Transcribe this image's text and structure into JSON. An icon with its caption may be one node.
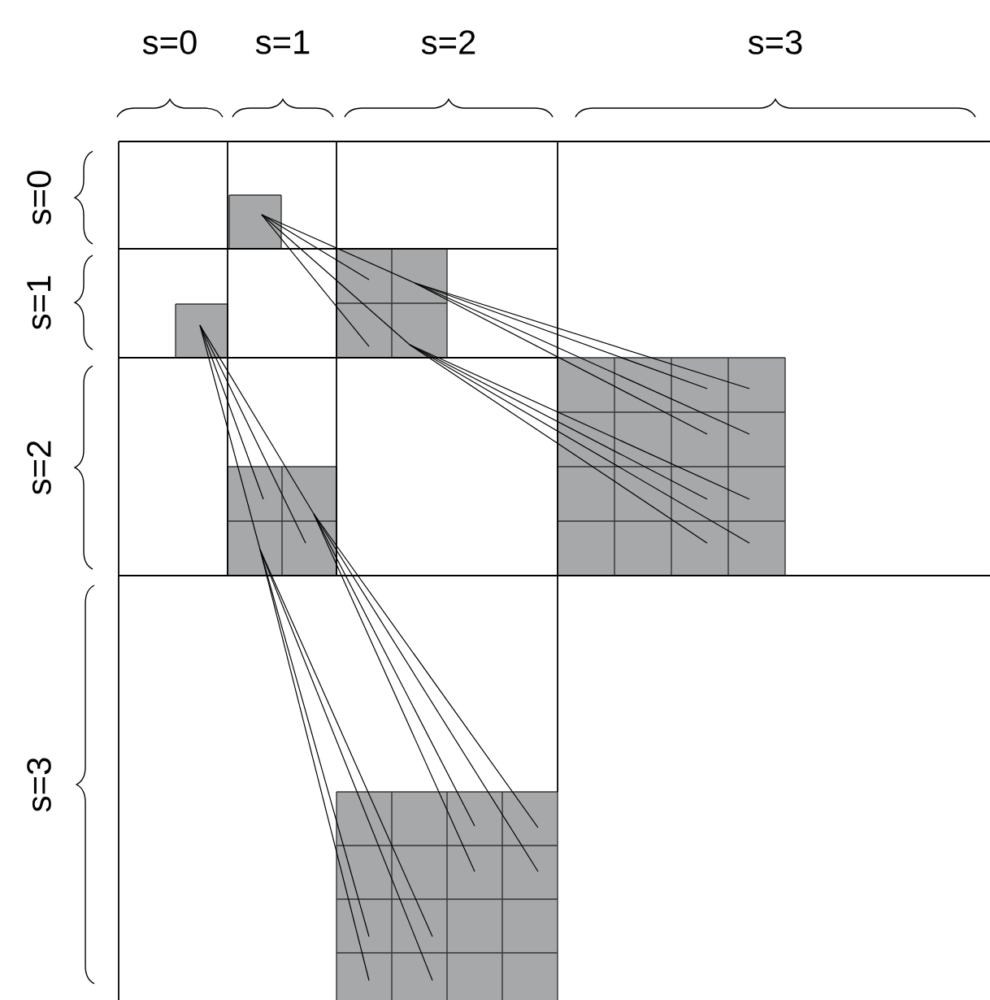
{
  "diagram": {
    "labels": [
      "s=0",
      "s=1",
      "s=2",
      "s=3",
      "s=0",
      "s=1",
      "s=2",
      "s=3"
    ]
  }
}
